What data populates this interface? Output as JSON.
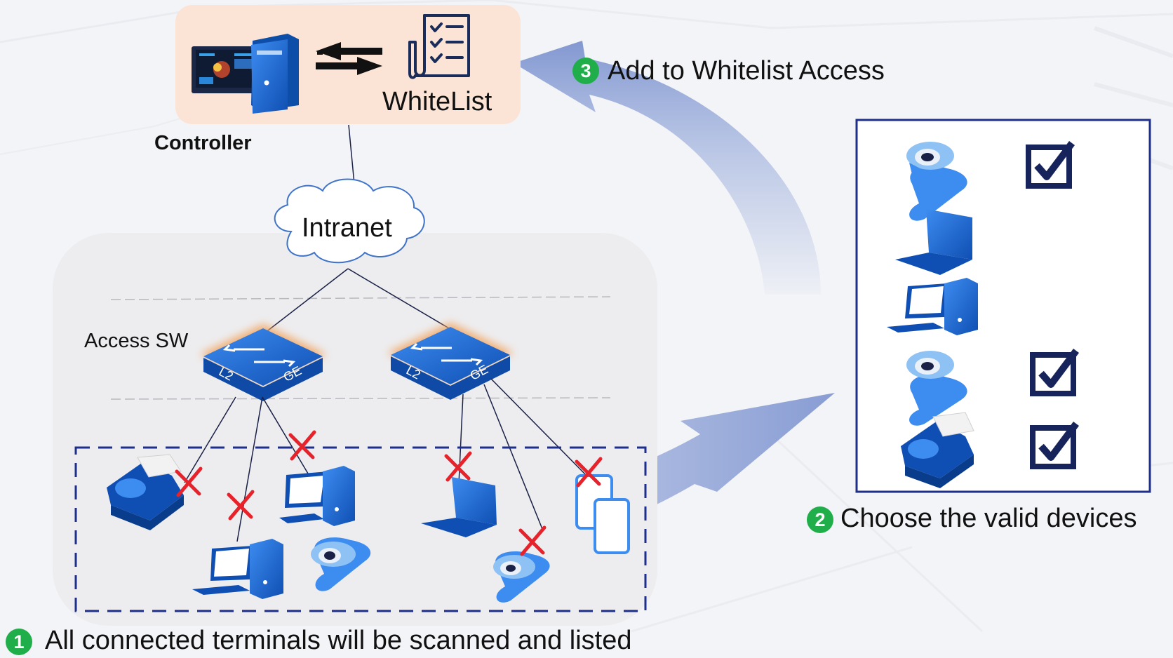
{
  "controller": {
    "label": "Controller",
    "whitelist_label": "WhiteList"
  },
  "network": {
    "intranet_label": "Intranet",
    "access_sw_label": "Access SW"
  },
  "switch_labels": {
    "left": "L2",
    "right": "GE"
  },
  "steps": [
    {
      "number": "1",
      "text": "All connected terminals will be scanned and listed"
    },
    {
      "number": "2",
      "text": "Choose the valid devices"
    },
    {
      "number": "3",
      "text": "Add to Whitelist Access"
    }
  ],
  "device_list": [
    {
      "type": "camera-icon",
      "checked": true
    },
    {
      "type": "laptop-icon",
      "checked": false
    },
    {
      "type": "desktop-icon",
      "checked": false
    },
    {
      "type": "camera-icon",
      "checked": true
    },
    {
      "type": "printer-icon",
      "checked": true
    }
  ],
  "colors": {
    "accent": "#1f5fc2",
    "step_badge": "#1fae4a",
    "blocked_mark": "#e8222a",
    "controller_bg": "#fbe4d5",
    "frame": "#1d2f8a"
  }
}
